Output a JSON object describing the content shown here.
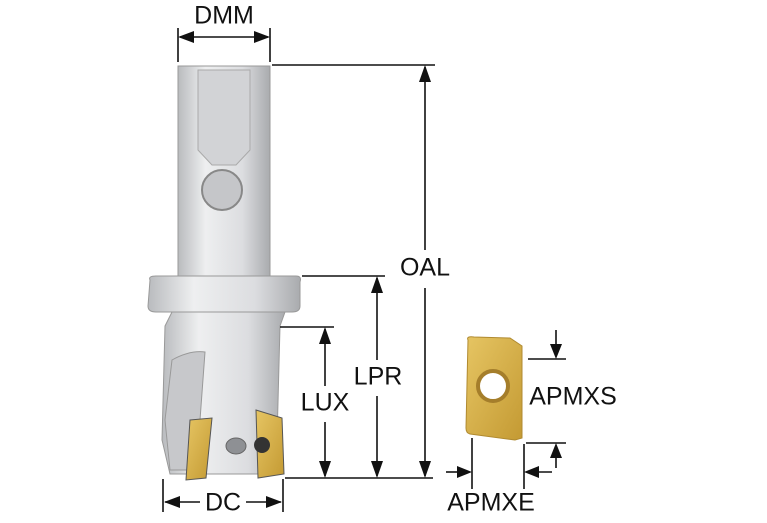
{
  "labels": {
    "dmm": "DMM",
    "oal": "OAL",
    "lpr": "LPR",
    "lux": "LUX",
    "dc": "DC",
    "apmxs": "APMXS",
    "apmxe": "APMXE"
  },
  "colors": {
    "tool_body": "#d8d9db",
    "insert_gold": "#d4ad45",
    "dimension": "#111111"
  }
}
